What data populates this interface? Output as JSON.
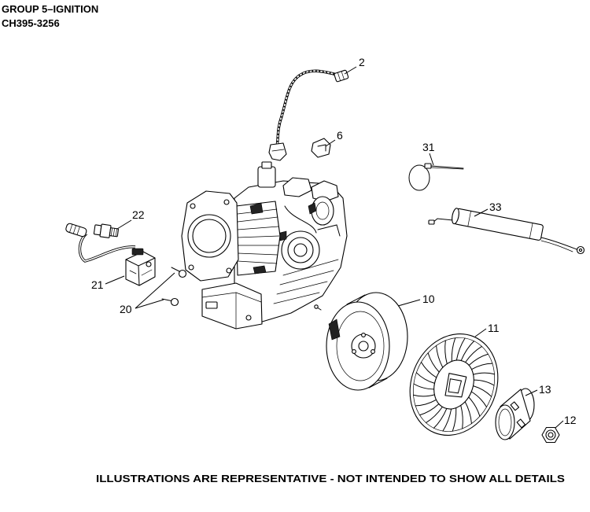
{
  "header": {
    "title": "GROUP 5–IGNITION",
    "model": "CH395-3256"
  },
  "callouts": [
    "2",
    "6",
    "31",
    "33",
    "22",
    "21",
    "20",
    "10",
    "11",
    "13",
    "12"
  ],
  "footer": {
    "disclaimer": "ILLUSTRATIONS ARE REPRESENTATIVE - NOT INTENDED TO SHOW ALL DETAILS"
  },
  "colors": {
    "line": "#000000",
    "background": "#ffffff"
  }
}
